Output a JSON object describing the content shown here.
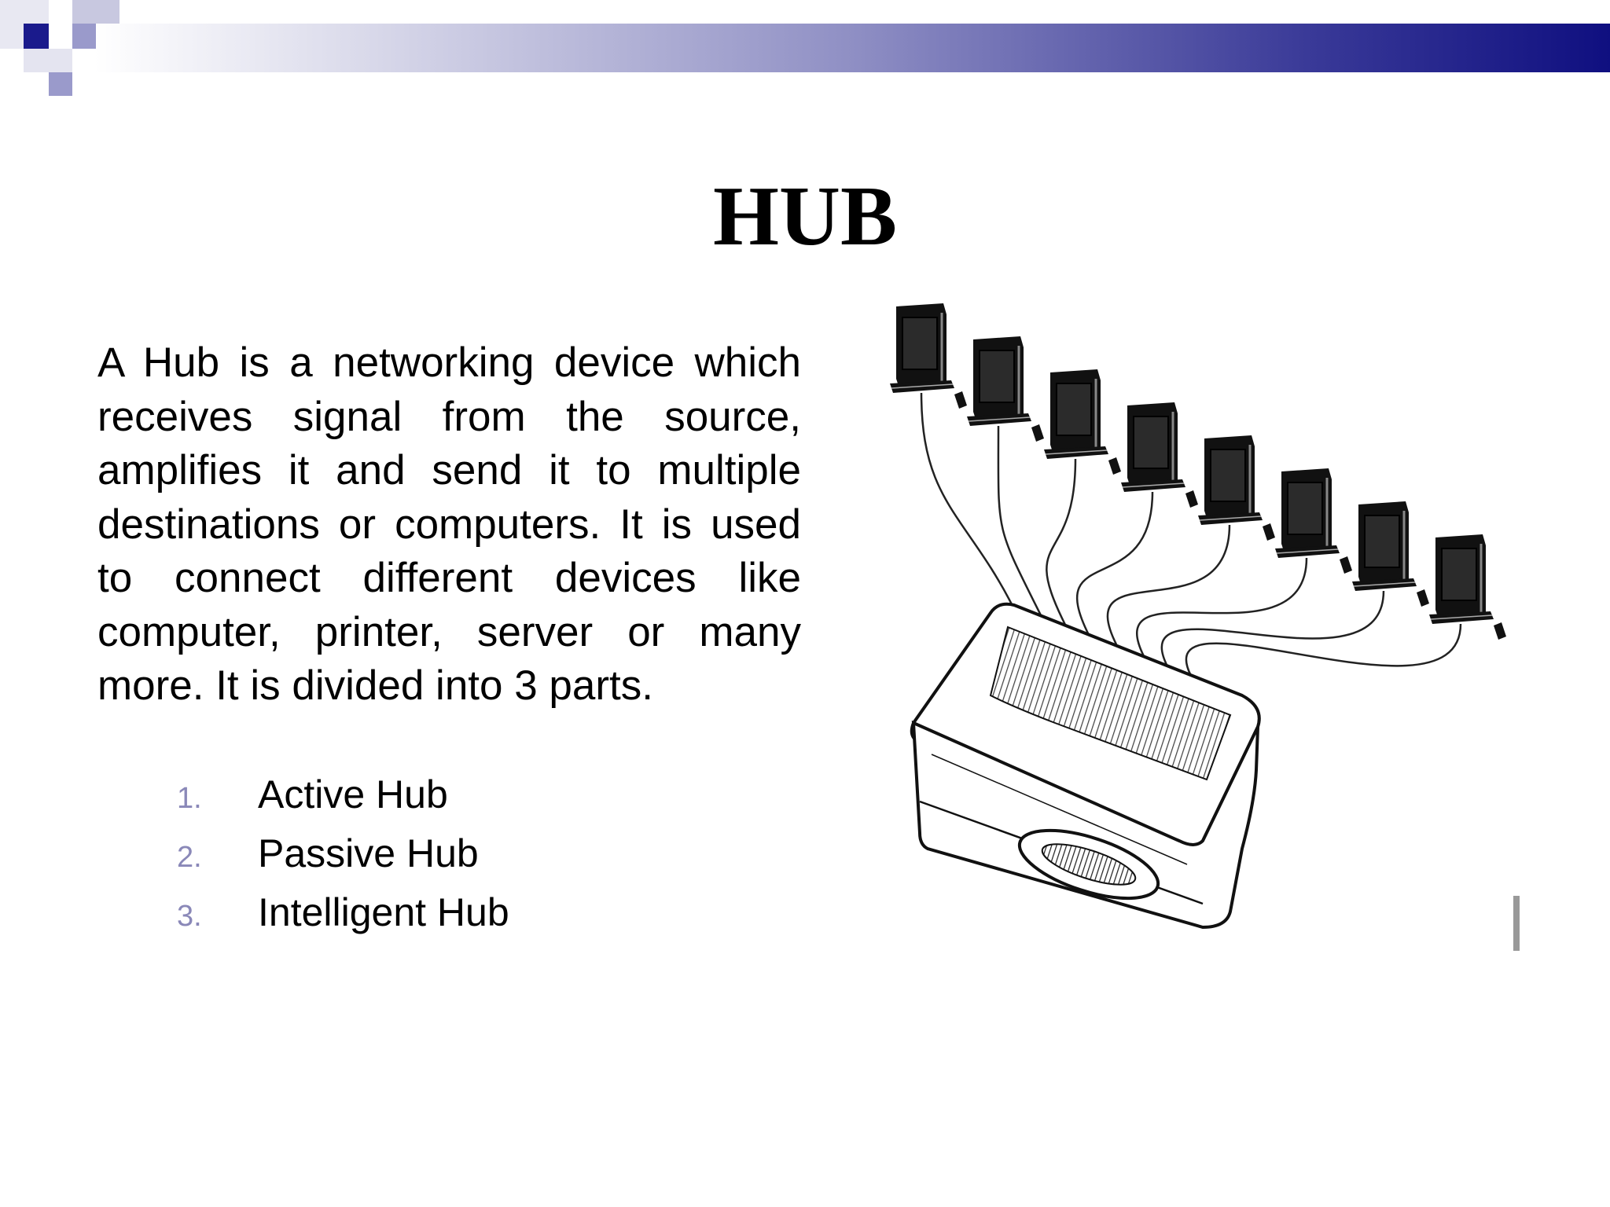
{
  "slide": {
    "title": "HUB",
    "description": "A Hub is a networking device which receives signal from the source, amplifies it and send it to multiple destinations or computers. It is used to connect different devices like computer, printer, server or many more. It is divided into 3 parts.",
    "parts": [
      {
        "number": "1.",
        "label": "Active Hub"
      },
      {
        "number": "2.",
        "label": "Passive Hub"
      },
      {
        "number": "3.",
        "label": "Intelligent Hub"
      }
    ]
  },
  "theme": {
    "accent": "#0f0f80",
    "number_color": "#8a88b8"
  },
  "illustration": {
    "icon": "network-hub-icon",
    "computer_icon": "desktop-computer-icon",
    "computer_count": 8
  }
}
